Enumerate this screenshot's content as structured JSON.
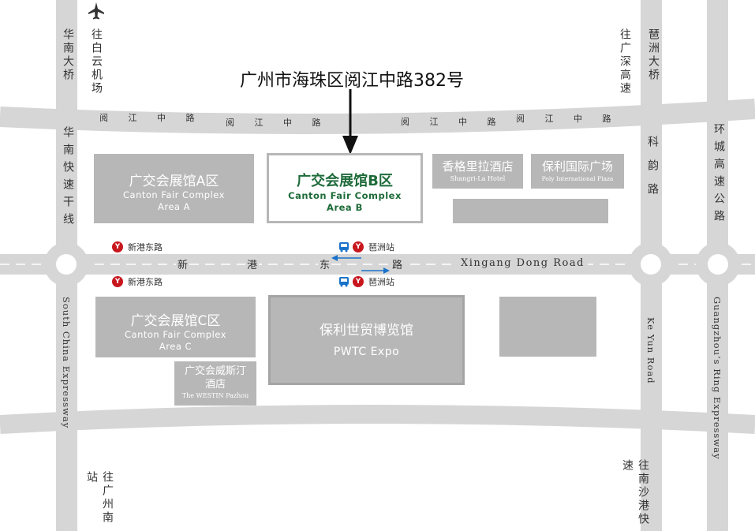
{
  "address": "广州市海珠区阅江中路382号",
  "roads": {
    "yuejiang": [
      "阅 江 中 路",
      "阅 江 中 路",
      "阅 江 中 路",
      "阅 江 中 路"
    ],
    "xingang_cn": [
      "新",
      "港",
      "东",
      "路"
    ],
    "xingang_en": "Xingang Dong Road",
    "huanan_bridge": "华南大桥",
    "baiyun_airport": "往白云机场",
    "huanan_expressway": "华南快速干线",
    "south_china_expressway": "South China Expressway",
    "to_guangzhou_south": "往广州南站",
    "to_guangshen": "往广深高速",
    "pazhou_bridge": "琶洲大桥",
    "keyun_cn": "科韵路",
    "keyun_en": "Ke Yun Road",
    "ring_cn": "环城高速公路",
    "ring_en": "Guangzhou’s Ring Expressway",
    "to_nansha": "往南沙港快速"
  },
  "venues": {
    "area_a": {
      "cn": "广交会展馆A区",
      "en1": "Canton Fair Complex",
      "en2": "Area A"
    },
    "area_b": {
      "cn": "广交会展馆B区",
      "en1": "Canton Fair Complex",
      "en2": "Area B"
    },
    "area_c": {
      "cn": "广交会展馆C区",
      "en1": "Canton Fair Complex",
      "en2": "Area C"
    },
    "shangrila": {
      "cn": "香格里拉酒店",
      "en": "Shangri-La Hotel"
    },
    "poly_plaza": {
      "cn": "保利国际广场",
      "en": "Poly International Plaza"
    },
    "pwtc": {
      "cn": "保利世贸博览馆",
      "en": "PWTC Expo"
    },
    "westin": {
      "cn1": "广交会威斯汀",
      "cn2": "酒店",
      "en": "The WESTIN Pazhou"
    }
  },
  "stations": {
    "xingang_dong_1": "新港东路",
    "xingang_dong_2": "新港东路",
    "pazhou_1": "琶洲站",
    "pazhou_2": "琶洲站"
  },
  "colors": {
    "road": "#d6d6d6",
    "block": "#b7b7b7",
    "highlight": "#1e6b3a",
    "metro": "#c8161d",
    "bus": "#1a73c9"
  },
  "icons": [
    "airplane-icon",
    "arrow-down-icon",
    "metro-icon",
    "bus-icon",
    "arrow-left-icon",
    "arrow-right-icon"
  ]
}
